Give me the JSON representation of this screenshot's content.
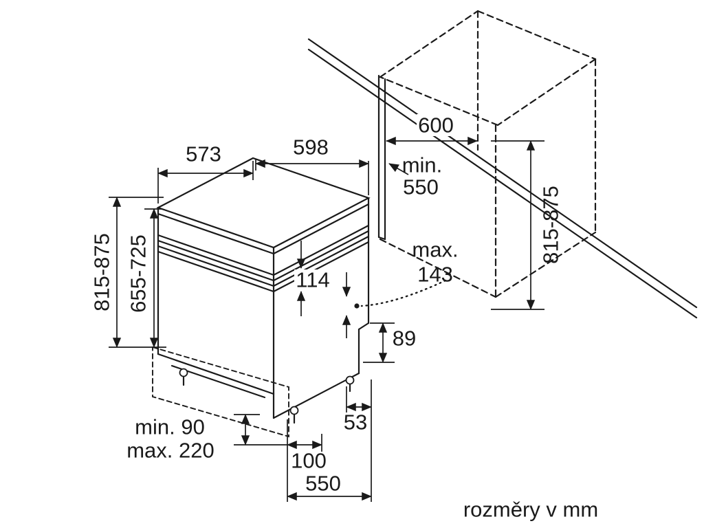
{
  "colors": {
    "background": "#ffffff",
    "ink": "#1a1a1a"
  },
  "footer": {
    "units_note": "rozměry v mm"
  },
  "labels": {
    "top_depth": "573",
    "top_width": "598",
    "niche_width": "600",
    "niche_depth_min_word": "min.",
    "niche_depth_value": "550",
    "appliance_height_left": "815-875",
    "furniture_door_height": "655-725",
    "niche_height_right": "815-875",
    "control_panel_height": "114",
    "panel_max_word": "max.",
    "panel_max_value": "143",
    "rear_clearance": "89",
    "rear_foot_inset": "53",
    "plinth_min": "min. 90",
    "plinth_max": "max. 220",
    "front_foot_inset": "100",
    "body_depth": "550"
  }
}
